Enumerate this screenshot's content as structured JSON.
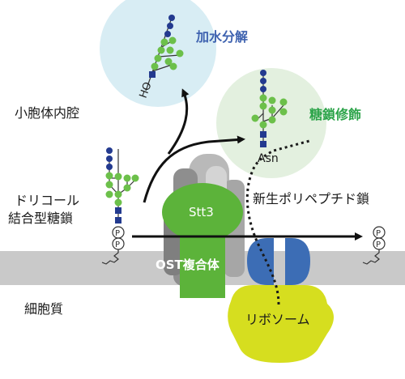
{
  "labels": {
    "hydrolysis": "加水分解",
    "glycan_modification": "糖鎖修飾",
    "er_lumen": "小胞体内腔",
    "dolichol_line1": "ドリコール",
    "dolichol_line2": "結合型糖鎖",
    "nascent_chain": "新生ポリペプチド鎖",
    "asn": "Asn",
    "stt3": "Stt3",
    "ost_complex": "OST複合体",
    "cytoplasm": "細胞質",
    "ribosome": "リボソーム",
    "hydrolysis_product_end": "HO",
    "phosphate": "P"
  },
  "colors": {
    "blue_circle_bg": "#d8edf4",
    "green_circle_bg": "#e3f0df",
    "blue_label": "#3f63b0",
    "green_label": "#2da44a",
    "stt3": "#5cb33a",
    "ost_gray": "#9a9a9a",
    "membrane": "#c9c9c9",
    "ribosome_small": "#3c6db5",
    "ribosome_large": "#d6de1f",
    "glc_blue": "#233a8f",
    "man_green": "#6cc04a",
    "glcnac_square": "#233a8f"
  },
  "icons": [
    "phosphate-icon",
    "dolichol-tail-icon",
    "mannose-icon",
    "glucose-icon",
    "glcnac-icon"
  ]
}
